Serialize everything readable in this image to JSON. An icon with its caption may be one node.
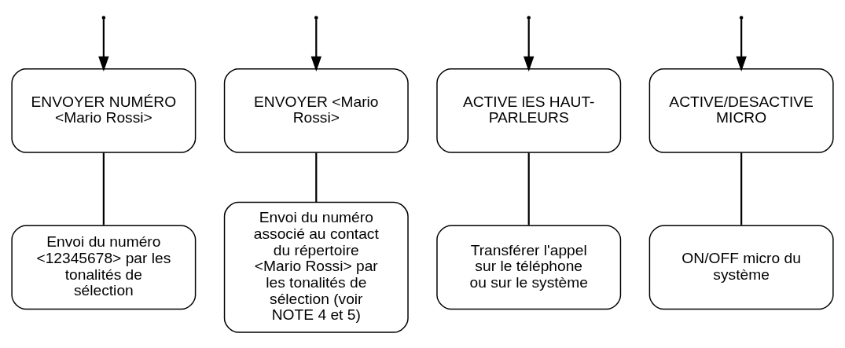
{
  "diagram": {
    "nodes": [
      {
        "text": [
          "ENVOYER NUMÉRO <Mario Rossi>"
        ]
      },
      {
        "text": [
          "ENVOYER <Mario Rossi>"
        ]
      },
      {
        "text": [
          "ACTIVE lES HAUT-PARLEURS"
        ]
      },
      {
        "text": [
          "ACTIVE/DESACTIVE MICRO"
        ]
      },
      {
        "text": [
          "Envoi du numéro <12345678> par les tonalités de sélection"
        ]
      },
      {
        "text": [
          "Envoi du numéro associé au contact du répertoire <Mario Rossi> par les tonalités de sélection (voir NOTE 4 et 5)"
        ]
      },
      {
        "text": [
          "Transférer l'appel sur le téléphone ou sur le système"
        ]
      },
      {
        "text": [
          "ON/OFF micro du système"
        ]
      }
    ],
    "edges": [
      {
        "from": null,
        "to": 0,
        "arrow": "to"
      },
      {
        "from": null,
        "to": 1,
        "arrow": "to"
      },
      {
        "from": null,
        "to": 2,
        "arrow": "to"
      },
      {
        "from": null,
        "to": 3,
        "arrow": "to"
      },
      {
        "from": 0,
        "to": 4,
        "arrow": "none"
      },
      {
        "from": 1,
        "to": 5,
        "arrow": "none"
      },
      {
        "from": 2,
        "to": 6,
        "arrow": "none"
      },
      {
        "from": 3,
        "to": 7,
        "arrow": "none"
      }
    ]
  }
}
